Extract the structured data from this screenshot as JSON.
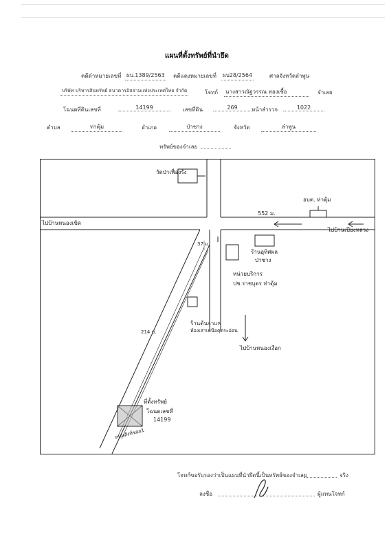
{
  "header": {
    "title": "แผนที่ตั้งทรัพย์ที่นำยึด",
    "case_black_label": "คดีดำหมายเลขที่",
    "case_black_value": "ผบ.1389/2563",
    "case_red_label": "คดีแดงหมายเลขที่",
    "case_red_value": "ผบ28/2564",
    "court": "ศาลจังหวัดลำพูน",
    "plaintiff": "บริษัท บริหารสินทรัพย์ ธนาคารอิสลามแห่งประเทศไทย จำกัด",
    "plaintiff_label": "โจทก์",
    "defendant": "นางสาวณัฐวรรณ ทองเชื้อ",
    "defendant_label": "จำเลย",
    "deed_label": "โฉนดที่ดินเลขที่",
    "deed_value": "14199",
    "land_no_label": "เลขที่ดิน",
    "land_no_value": "269",
    "survey_label": "หน้าสำรวจ",
    "survey_value": "1022",
    "subdistrict_label": "ตำบล",
    "subdistrict_value": "ท่าตุ้ม",
    "district_label": "อำเภอ",
    "district_value": "ป่าซาง",
    "province_label": "จังหวัด",
    "province_value": "ลำพูน",
    "property_label": "ทรัพย์ของจำเลย"
  },
  "map": {
    "temple": "วัดป่าเฟื่องรัง",
    "sao": "อบต. ท่าตุ้ม",
    "dist_552": "552 ม.",
    "to_left": "ไปบ้านหนองเขิด",
    "to_right": "ไปบ้านเปียงหลวง",
    "dist_37": "37 ม.",
    "shop": "ร้านอุทิศผล",
    "shop2": "ป่าซาง",
    "office": "หน่วยบริการ",
    "office2": "ปช.ราชบุตร ท่าตุ้ม",
    "dist_214": "214 ม.",
    "cafe": "ร้านต้นกาแฟ",
    "cafe2": "ห้องเสาเหนือคุดระอ่อน",
    "to_bottom": "ไปบ้านหนองเงือก",
    "property": "ที่ตั้งทรัพย์",
    "property2": "โฉนดเลขที่",
    "property3": "14199",
    "soi": "ถนนสังห์ซอย1"
  },
  "footer": {
    "certify": "โจทก์ขอรับรองว่าเป็นแผนที่นำยึดนี้เป็นทรัพย์ของจำเลย",
    "certify_end": "จริง",
    "sign_label": "ลงชื่อ",
    "sign_role": "ผู้แทนโจทก์"
  }
}
